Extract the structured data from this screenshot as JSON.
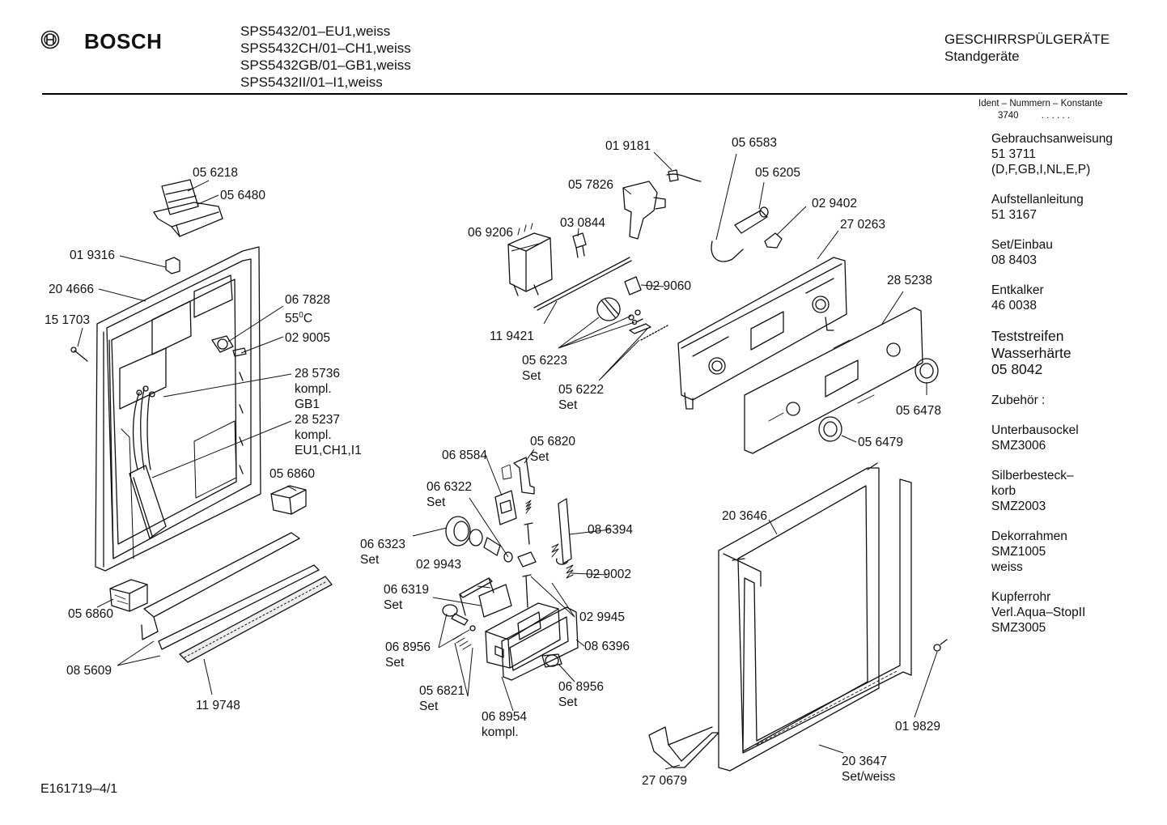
{
  "header": {
    "brand": "BOSCH",
    "models": [
      "SPS5432/01–EU1,weiss",
      "SPS5432CH/01–CH1,weiss",
      "SPS5432GB/01–GB1,weiss",
      "SPS5432II/01–I1,weiss"
    ],
    "category": "GESCHIRRSPÜLGERÄTE",
    "subcategory": "Standgeräte"
  },
  "ident": {
    "label": "Ident – Nummern – Konstante",
    "value": "3740",
    "dots": ". . . . . ."
  },
  "sidebar": [
    {
      "lines": [
        "Gebrauchsanweisung",
        "51 3711",
        "(D,F,GB,I,NL,E,P)"
      ]
    },
    {
      "lines": [
        "Aufstellanleitung",
        "51 3167"
      ]
    },
    {
      "lines": [
        "Set/Einbau",
        "08 8403"
      ]
    },
    {
      "lines": [
        "Entkalker",
        "46 0038"
      ]
    },
    {
      "lines": [
        "Teststreifen",
        "Wasserhärte",
        "05 8042"
      ],
      "emphasis": true
    },
    {
      "lines": [
        "Zubehör :"
      ]
    },
    {
      "lines": [
        "Unterbausockel",
        "SMZ3006"
      ]
    },
    {
      "lines": [
        "Silberbesteck–",
        "korb",
        "SMZ2003"
      ]
    },
    {
      "lines": [
        "Dekorrahmen",
        "SMZ1005",
        "weiss"
      ]
    },
    {
      "lines": [
        "Kupferrohr",
        "Verl.Aqua–StopII",
        "SMZ3005"
      ]
    }
  ],
  "footer": {
    "code": "E161719–4/1"
  },
  "parts": [
    {
      "id": "p-056218",
      "text": "05 6218"
    },
    {
      "id": "p-056480",
      "text": "05 6480"
    },
    {
      "id": "p-019316",
      "text": "01 9316"
    },
    {
      "id": "p-204666",
      "text": "20 4666"
    },
    {
      "id": "p-151703",
      "text": "15 1703"
    },
    {
      "id": "p-067828",
      "text": "06 7828"
    },
    {
      "id": "p-55c",
      "text": "55",
      "sup": "0",
      "tail": "C"
    },
    {
      "id": "p-029005",
      "text": "02 9005"
    },
    {
      "id": "p-285736",
      "text": "28 5736"
    },
    {
      "id": "p-kompl1",
      "text": "kompl."
    },
    {
      "id": "p-gb1",
      "text": "GB1"
    },
    {
      "id": "p-285237",
      "text": "28 5237"
    },
    {
      "id": "p-kompl2",
      "text": "kompl."
    },
    {
      "id": "p-eu1",
      "text": "EU1,CH1,I1"
    },
    {
      "id": "p-056860a",
      "text": "05 6860"
    },
    {
      "id": "p-056860b",
      "text": "05 6860"
    },
    {
      "id": "p-085609",
      "text": "08 5609"
    },
    {
      "id": "p-119748",
      "text": "11 9748"
    },
    {
      "id": "p-019181",
      "text": "01 9181"
    },
    {
      "id": "p-056583",
      "text": "05 6583"
    },
    {
      "id": "p-057826",
      "text": "05 7826"
    },
    {
      "id": "p-056205",
      "text": "05 6205"
    },
    {
      "id": "p-029402",
      "text": "02 9402"
    },
    {
      "id": "p-270263",
      "text": "27 0263"
    },
    {
      "id": "p-030844",
      "text": "03 0844"
    },
    {
      "id": "p-069206",
      "text": "06 9206"
    },
    {
      "id": "p-029060",
      "text": "02 9060"
    },
    {
      "id": "p-285238",
      "text": "28 5238"
    },
    {
      "id": "p-119421",
      "text": "11 9421"
    },
    {
      "id": "p-056223",
      "text": "05 6223"
    },
    {
      "id": "p-set1",
      "text": "Set"
    },
    {
      "id": "p-056222",
      "text": "05 6222"
    },
    {
      "id": "p-set2",
      "text": "Set"
    },
    {
      "id": "p-056478",
      "text": "05 6478"
    },
    {
      "id": "p-056479",
      "text": "05 6479"
    },
    {
      "id": "p-068584",
      "text": "06 8584"
    },
    {
      "id": "p-056820",
      "text": "05 6820"
    },
    {
      "id": "p-set3",
      "text": "Set"
    },
    {
      "id": "p-066322",
      "text": "06 6322"
    },
    {
      "id": "p-set4",
      "text": "Set"
    },
    {
      "id": "p-086394",
      "text": "08 6394"
    },
    {
      "id": "p-066323",
      "text": "06 6323"
    },
    {
      "id": "p-set5",
      "text": "Set"
    },
    {
      "id": "p-029943",
      "text": "02 9943"
    },
    {
      "id": "p-029002",
      "text": "02 9002"
    },
    {
      "id": "p-066319",
      "text": "06 6319"
    },
    {
      "id": "p-set6",
      "text": "Set"
    },
    {
      "id": "p-029945",
      "text": "02 9945"
    },
    {
      "id": "p-068956a",
      "text": "06 8956"
    },
    {
      "id": "p-set7",
      "text": "Set"
    },
    {
      "id": "p-086396",
      "text": "08 6396"
    },
    {
      "id": "p-056821",
      "text": "05 6821"
    },
    {
      "id": "p-set8",
      "text": "Set"
    },
    {
      "id": "p-068956b",
      "text": "06 8956"
    },
    {
      "id": "p-set9",
      "text": "Set"
    },
    {
      "id": "p-068954",
      "text": "06 8954"
    },
    {
      "id": "p-kompl3",
      "text": "kompl."
    },
    {
      "id": "p-203646",
      "text": "20 3646"
    },
    {
      "id": "p-019829",
      "text": "01 9829"
    },
    {
      "id": "p-203647",
      "text": "20 3647"
    },
    {
      "id": "p-setweiss",
      "text": "Set/weiss"
    },
    {
      "id": "p-270679",
      "text": "27 0679"
    }
  ]
}
